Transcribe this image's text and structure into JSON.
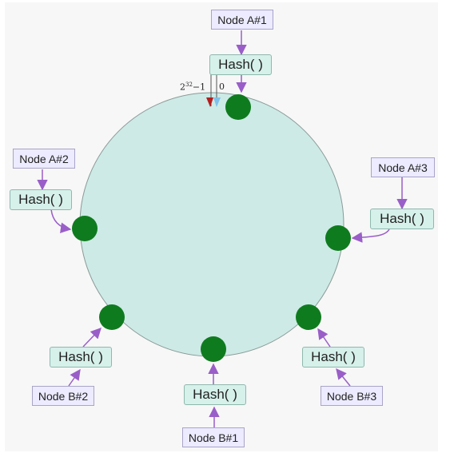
{
  "ring": {
    "start_label": "0",
    "end_label_base": "2",
    "end_label_exp": "32",
    "end_label_tail": "−1"
  },
  "colors": {
    "ring_fill": "#cdeae6",
    "ring_stroke": "#8a9a96",
    "node_dot": "#0f7b1f",
    "arrow": "#9a5ec8",
    "marker_end": "#b41e1e",
    "marker_start": "#7fc0e8"
  },
  "nodes": [
    {
      "id": "a1",
      "label": "Node A#1",
      "hash": "Hash( )"
    },
    {
      "id": "a2",
      "label": "Node A#2",
      "hash": "Hash( )"
    },
    {
      "id": "a3",
      "label": "Node A#3",
      "hash": "Hash( )"
    },
    {
      "id": "b1",
      "label": "Node B#1",
      "hash": "Hash( )"
    },
    {
      "id": "b2",
      "label": "Node B#2",
      "hash": "Hash( )"
    },
    {
      "id": "b3",
      "label": "Node B#3",
      "hash": "Hash( )"
    }
  ]
}
